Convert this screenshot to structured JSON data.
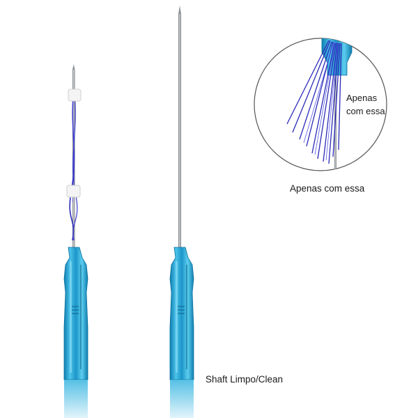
{
  "labels": {
    "inset_line1": "Apenas",
    "inset_line2": "com essa",
    "below_inset": "Apenas com essa",
    "shaft": "Shaft Limpo/Clean"
  },
  "colors": {
    "background": "#ffffff",
    "hub_blue": "#2aa7d6",
    "hub_dark": "#0f7fb0",
    "thread_blue": "#2a2ab8",
    "needle_steel": "#9a9ea3"
  },
  "icons": {
    "needle_with_thread": "threaded-cannula-icon",
    "needle_clean": "clean-cannula-icon",
    "zoom_inset": "magnified-hub-icon"
  }
}
